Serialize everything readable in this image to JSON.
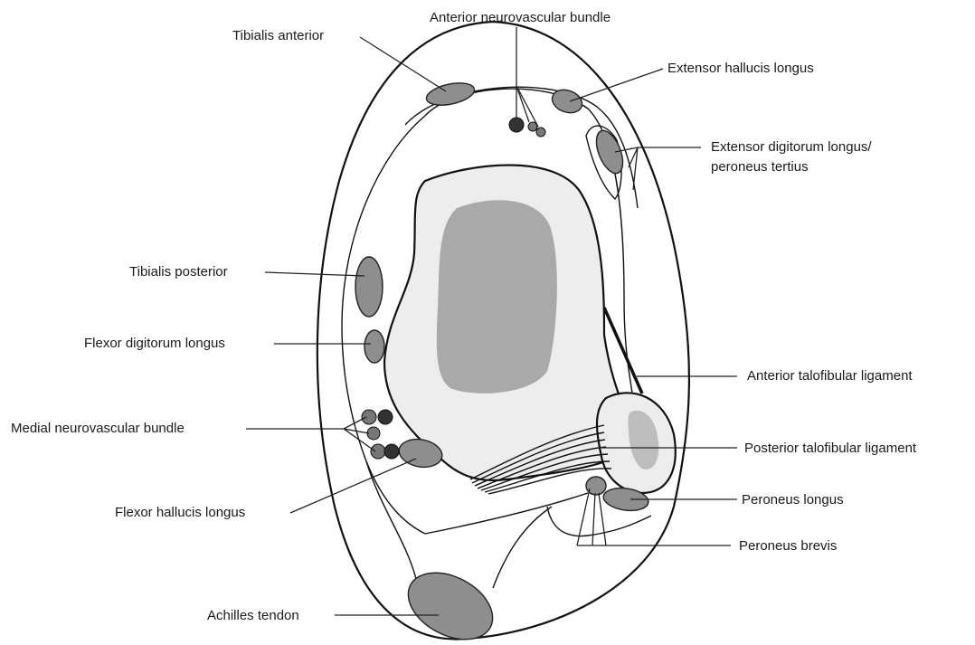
{
  "labels": {
    "anterior_neurovascular_bundle": "Anterior neurovascular bundle",
    "tibialis_anterior": "Tibialis anterior",
    "extensor_hallucis_longus": "Extensor hallucis longus",
    "extensor_digitorum_longus_line1": "Extensor digitorum longus/",
    "extensor_digitorum_longus_line2": "peroneus tertius",
    "tibialis_posterior": "Tibialis posterior",
    "flexor_digitorum_longus": "Flexor digitorum longus",
    "anterior_talofibular_ligament": "Anterior talofibular ligament",
    "medial_neurovascular_bundle": "Medial neurovascular bundle",
    "posterior_talofibular_ligament": "Posterior talofibular ligament",
    "flexor_hallucis_longus": "Flexor hallucis longus",
    "peroneus_longus": "Peroneus longus",
    "peroneus_brevis": "Peroneus brevis",
    "achilles_tendon": "Achilles tendon"
  },
  "colors": {
    "outline": "#111111",
    "tendon": "#8e8e8e",
    "talus_outer": "#ededed",
    "talus_inner": "#a9a9a9",
    "fibula_outer": "#ededed",
    "fibula_inner": "#bdbdbd",
    "vessel_dark": "#333333",
    "vessel_mid": "#777777"
  }
}
